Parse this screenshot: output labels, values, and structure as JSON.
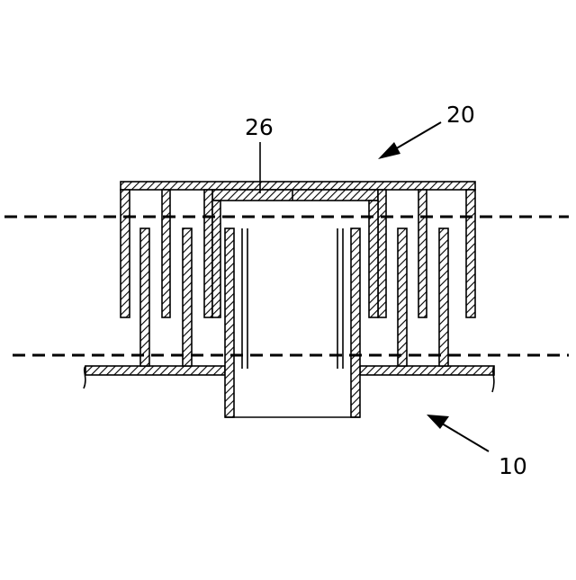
{
  "figure": {
    "labels": {
      "cap_ref": "20",
      "wall_ref": "26",
      "base_ref": "10"
    }
  },
  "colors": {
    "line": "#000000",
    "background": "#ffffff"
  }
}
